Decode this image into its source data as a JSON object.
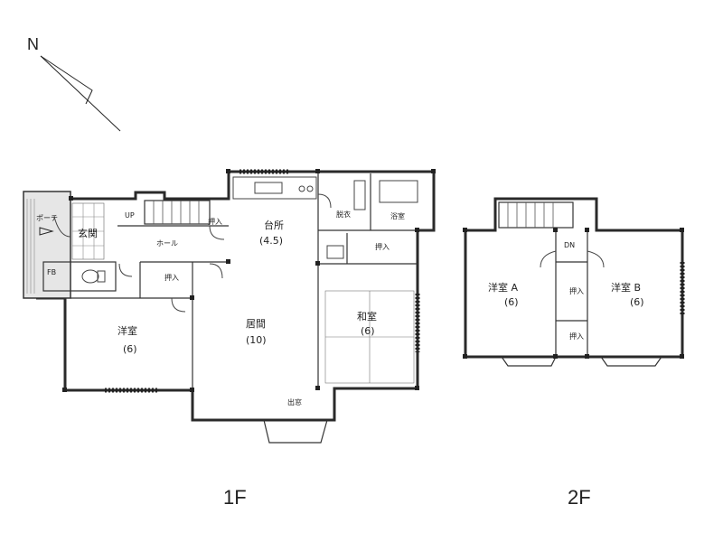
{
  "north": {
    "label": "N"
  },
  "floors": [
    {
      "id": "1f",
      "label": "1F"
    },
    {
      "id": "2f",
      "label": "2F"
    }
  ],
  "rooms_1f": {
    "porch": "ポーチ",
    "entrance": "玄関",
    "hall": "ホール",
    "up": "UP",
    "closet_hall": "押入",
    "closet_west": "押入",
    "toilet_fb": "FB",
    "western_room": "洋室",
    "western_room_size": "(6)",
    "kitchen": "台所",
    "kitchen_size": "(4.5)",
    "living": "居間",
    "living_size": "(10)",
    "dressing": "脱衣",
    "bath": "浴室",
    "closet_japanese": "押入",
    "japanese_room": "和室",
    "japanese_room_size": "(6)",
    "bay_window": "出窓"
  },
  "rooms_2f": {
    "dn": "DN",
    "room_a": "洋室 A",
    "room_a_size": "(6)",
    "room_b": "洋室 B",
    "room_b_size": "(6)",
    "closet_1": "押入",
    "closet_2": "押入"
  }
}
